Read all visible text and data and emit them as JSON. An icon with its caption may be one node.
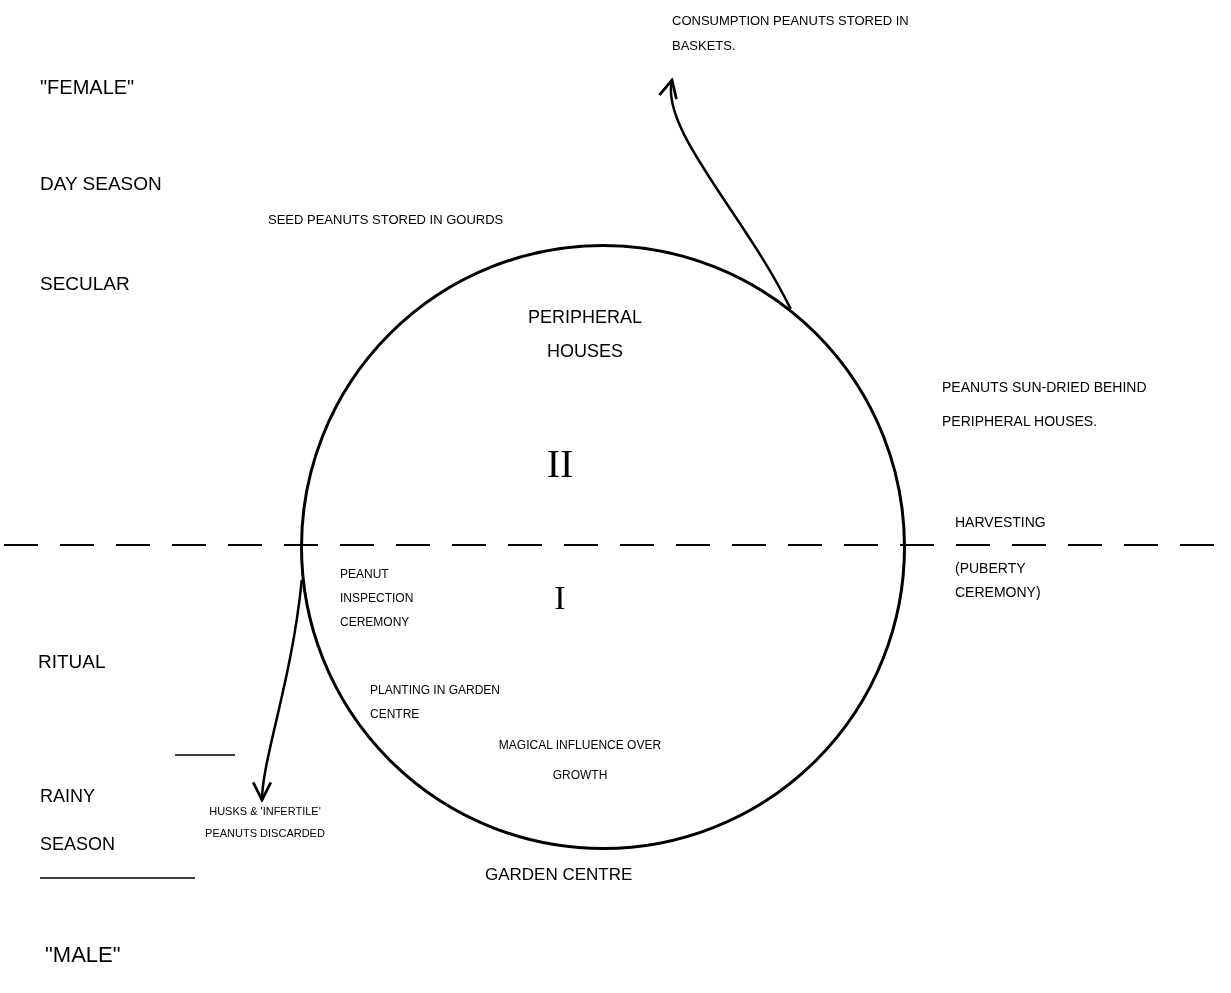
{
  "diagram": {
    "nodes": [
      {
        "text": [
          "PERIPHERAL HOUSES",
          "II",
          "I",
          "PEANUT INSPECTION CEREMONY",
          "PLANTING IN GARDEN CENTRE",
          "MAGICAL INFLUENCE OVER GROWTH"
        ],
        "beside": [
          "GARDEN CENTRE"
        ]
      },
      {
        "text": [
          "CONSUMPTION PEANUTS STORED IN BASKETS."
        ]
      },
      {
        "text": [
          "HUSKS & 'INFERTILE' PEANUTS DISCARDED"
        ]
      }
    ],
    "edges": [
      {
        "from": 0,
        "to": 1,
        "arrow": "to"
      },
      {
        "from": 0,
        "to": 2,
        "arrow": "to"
      }
    ],
    "labels": [
      "\"FEMALE\"",
      "DAY SEASON",
      "SEED PEANUTS STORED IN GOURDS",
      "SECULAR",
      "PEANUTS SUN-DRIED BEHIND PERIPHERAL HOUSES.",
      "HARVESTING",
      "(PUBERTY CEREMONY)",
      "RITUAL",
      "RAINY SEASON",
      "\"MALE\""
    ]
  }
}
